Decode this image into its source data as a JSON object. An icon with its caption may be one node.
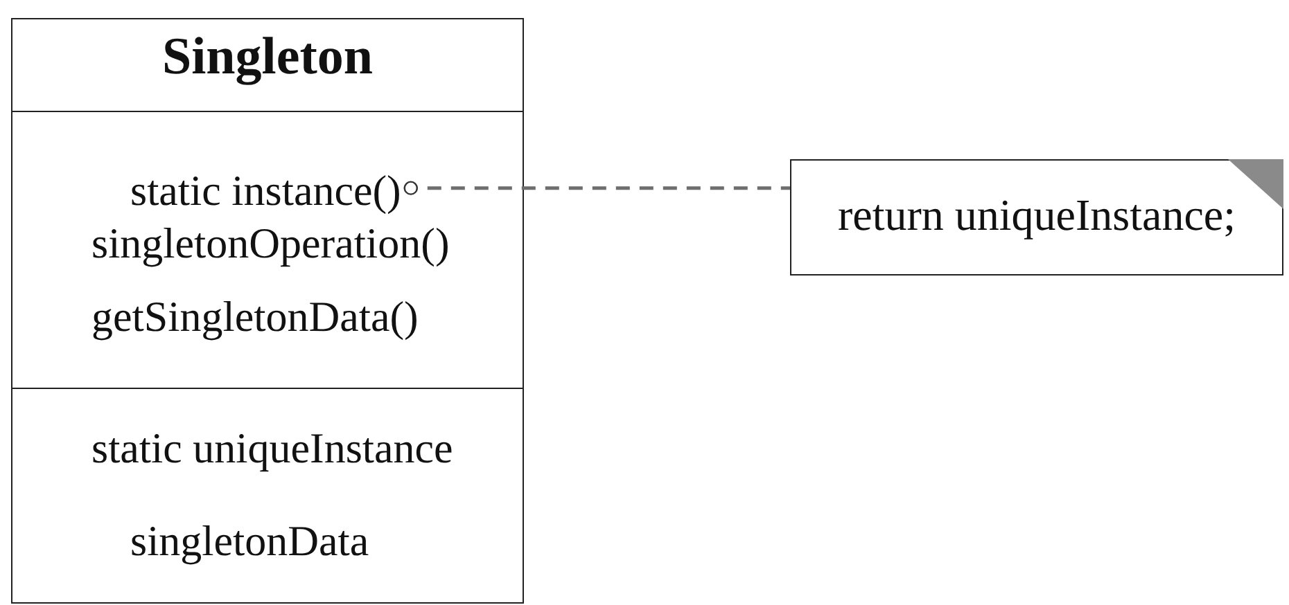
{
  "diagram": {
    "nodes": [
      {
        "text": [
          "Singleton",
          "singletonOperation()",
          "getSingletonData()",
          "static uniqueInstance",
          "singletonData"
        ]
      },
      {
        "text": [
          "static instance()"
        ],
        "in": 0
      },
      {
        "text": [
          "return uniqueInstance;"
        ]
      }
    ],
    "edges": [
      {
        "from": 1,
        "to": 2,
        "arrow": "other",
        "style": "dashed"
      }
    ]
  }
}
